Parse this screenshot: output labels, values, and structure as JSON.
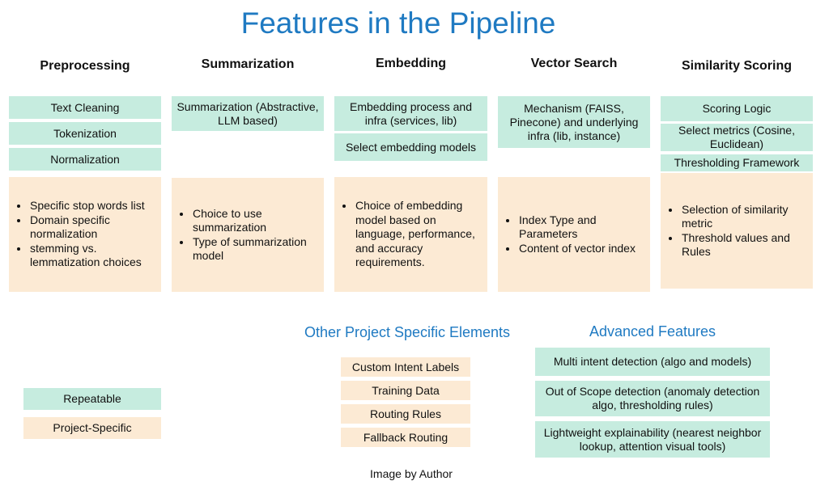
{
  "title": "Features in the Pipeline",
  "colors": {
    "title": "#1f7ac2",
    "repeatable": "#c6ecdf",
    "project_specific": "#fcead4"
  },
  "columns": [
    {
      "heading": "Preprocessing",
      "items": [
        "Text Cleaning",
        "Tokenization",
        "Normalization"
      ],
      "details": [
        "Specific stop words list",
        "Domain specific normalization",
        "stemming vs. lemmatization choices"
      ]
    },
    {
      "heading": "Summarization",
      "items": [
        "Summarization (Abstractive, LLM based)"
      ],
      "details": [
        "Choice to use summarization",
        "Type of summarization model"
      ]
    },
    {
      "heading": "Embedding",
      "items": [
        "Embedding process and infra (services, lib)",
        "Select embedding models"
      ],
      "details": [
        "Choice of embedding model based on language, performance, and accuracy requirements."
      ]
    },
    {
      "heading": "Vector Search",
      "items": [
        "Mechanism (FAISS, Pinecone) and underlying infra (lib, instance)"
      ],
      "details": [
        "Index Type and Parameters",
        "Content of vector index"
      ]
    },
    {
      "heading": "Similarity Scoring",
      "items": [
        "Scoring Logic",
        "Select metrics (Cosine, Euclidean)",
        "Thresholding Framework"
      ],
      "details": [
        "Selection of similarity metric",
        "Threshold values and Rules"
      ]
    }
  ],
  "legend": {
    "repeatable": "Repeatable",
    "project_specific": "Project-Specific"
  },
  "other_elements": {
    "heading": "Other Project Specific Elements",
    "items": [
      "Custom Intent Labels",
      "Training Data",
      "Routing Rules",
      "Fallback Routing"
    ]
  },
  "advanced_features": {
    "heading": "Advanced Features",
    "items": [
      "Multi intent detection (algo and models)",
      "Out of Scope detection (anomaly detection algo, thresholding rules)",
      "Lightweight explainability (nearest neighbor lookup, attention visual tools)"
    ]
  },
  "caption": "Image by Author"
}
